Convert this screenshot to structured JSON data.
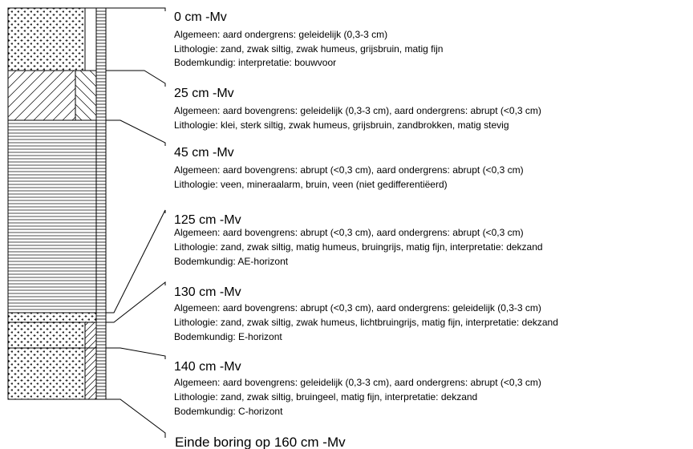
{
  "layers": [
    {
      "depth": "0 cm -Mv",
      "lines": [
        "Algemeen: aard ondergrens: geleidelijk (0,3-3 cm)",
        "Lithologie: zand, zwak siltig, zwak humeus, grijsbruin, matig fijn",
        "Bodemkundig: interpretatie: bouwvoor"
      ]
    },
    {
      "depth": "25 cm -Mv",
      "lines": [
        "Algemeen: aard bovengrens: geleidelijk (0,3-3 cm), aard ondergrens: abrupt (<0,3 cm)",
        "Lithologie: klei, sterk siltig, zwak humeus, grijsbruin, zandbrokken, matig stevig"
      ]
    },
    {
      "depth": "45 cm -Mv",
      "lines": [
        "Algemeen: aard bovengrens: abrupt (<0,3 cm), aard ondergrens: abrupt (<0,3 cm)",
        "Lithologie: veen, mineraalarm, bruin, veen (niet gedifferentiëerd)"
      ]
    },
    {
      "depth": "125 cm -Mv",
      "lines": [
        "Algemeen: aard bovengrens: abrupt (<0,3 cm), aard ondergrens: abrupt (<0,3 cm)",
        "Lithologie: zand, zwak siltig, matig humeus, bruingrijs, matig fijn, interpretatie: dekzand",
        "Bodemkundig: AE-horizont"
      ]
    },
    {
      "depth": "130 cm -Mv",
      "lines": [
        "Algemeen: aard bovengrens: abrupt (<0,3 cm), aard ondergrens: geleidelijk (0,3-3 cm)",
        "Lithologie: zand, zwak siltig, zwak humeus, lichtbruingrijs, matig fijn, interpretatie: dekzand",
        "Bodemkundig: E-horizont"
      ]
    },
    {
      "depth": "140 cm -Mv",
      "lines": [
        "Algemeen: aard bovengrens: geleidelijk (0,3-3 cm), aard ondergrens: abrupt (<0,3 cm)",
        "Lithologie: zand, zwak siltig, bruingeel, matig fijn, interpretatie: dekzand",
        "Bodemkundig: C-horizont"
      ]
    }
  ],
  "end_label": "Einde boring op 160 cm -Mv",
  "colors": {
    "line": "#000000",
    "background": "#ffffff"
  }
}
